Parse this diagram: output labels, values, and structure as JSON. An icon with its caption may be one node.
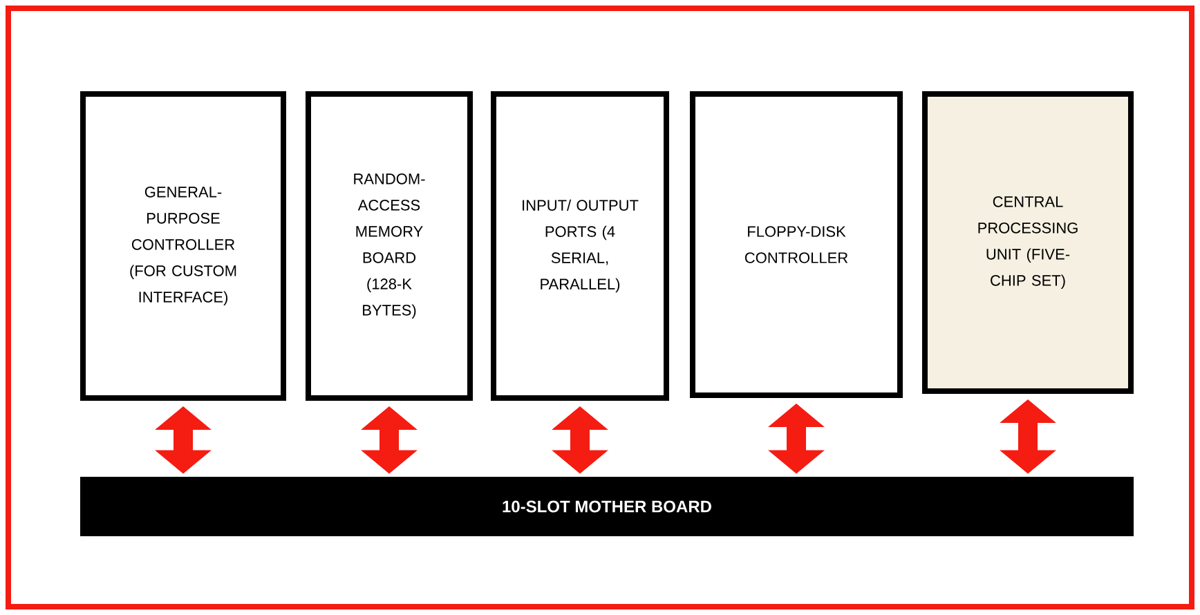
{
  "diagram": {
    "nodes": [
      {
        "text": [
          "GENERAL-PURPOSE CONTROLLER (FOR CUSTOM INTERFACE)"
        ]
      },
      {
        "text": [
          "RANDOM-ACCESS MEMORY BOARD (128-K BYTES)"
        ]
      },
      {
        "text": [
          "INPUT/ OUTPUT PORTS (4 SERIAL, PARALLEL)"
        ]
      },
      {
        "text": [
          "FLOPPY-DISK CONTROLLER"
        ]
      },
      {
        "text": [
          "CENTRAL PROCESSING UNIT (FIVE-CHIP SET)"
        ]
      },
      {
        "text": [
          "10-SLOT MOTHER BOARD"
        ]
      }
    ],
    "edges": [
      {
        "from": 0,
        "to": 5,
        "arrow": "both"
      },
      {
        "from": 1,
        "to": 5,
        "arrow": "both"
      },
      {
        "from": 2,
        "to": 5,
        "arrow": "both"
      },
      {
        "from": 3,
        "to": 5,
        "arrow": "both"
      },
      {
        "from": 4,
        "to": 5,
        "arrow": "both"
      }
    ]
  }
}
